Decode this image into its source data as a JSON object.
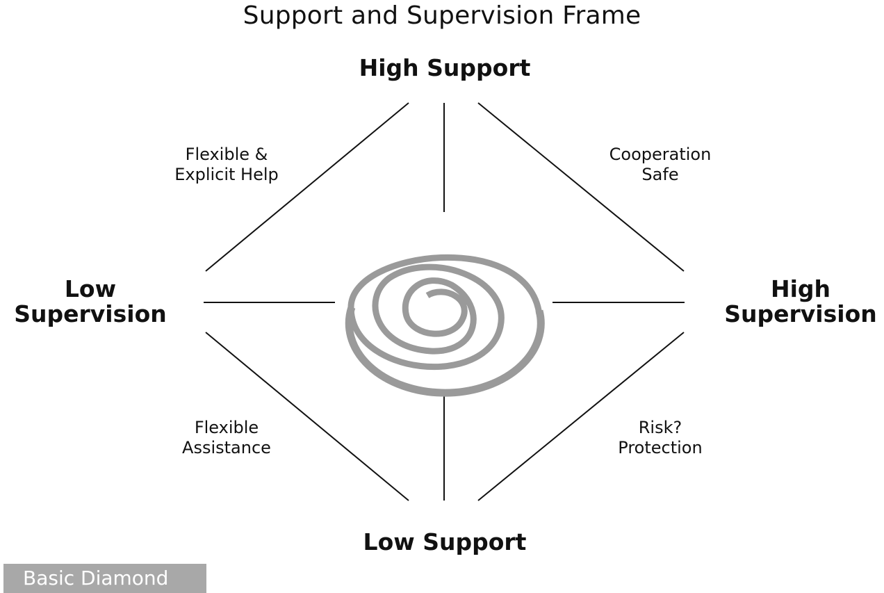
{
  "title": "Support and Supervision Frame",
  "poles": {
    "top": "High Support",
    "bottom": "Low Support",
    "left_line1": "Low",
    "left_line2": "Supervision",
    "right_line1": "High",
    "right_line2": "Supervision"
  },
  "quadrants": {
    "top_left": [
      "Flexible &",
      "Explicit Help"
    ],
    "top_right": [
      "Cooperation",
      "Safe"
    ],
    "bottom_left": [
      "Flexible",
      "Assistance"
    ],
    "bottom_right": [
      "Risk?",
      "Protection"
    ]
  },
  "tag": "Basic Diamond",
  "colors": {
    "line": "#111111",
    "spiral": "#9a9a9a",
    "tag_bg": "#a8a8a8"
  },
  "icons": {
    "center": "spiral-icon"
  }
}
